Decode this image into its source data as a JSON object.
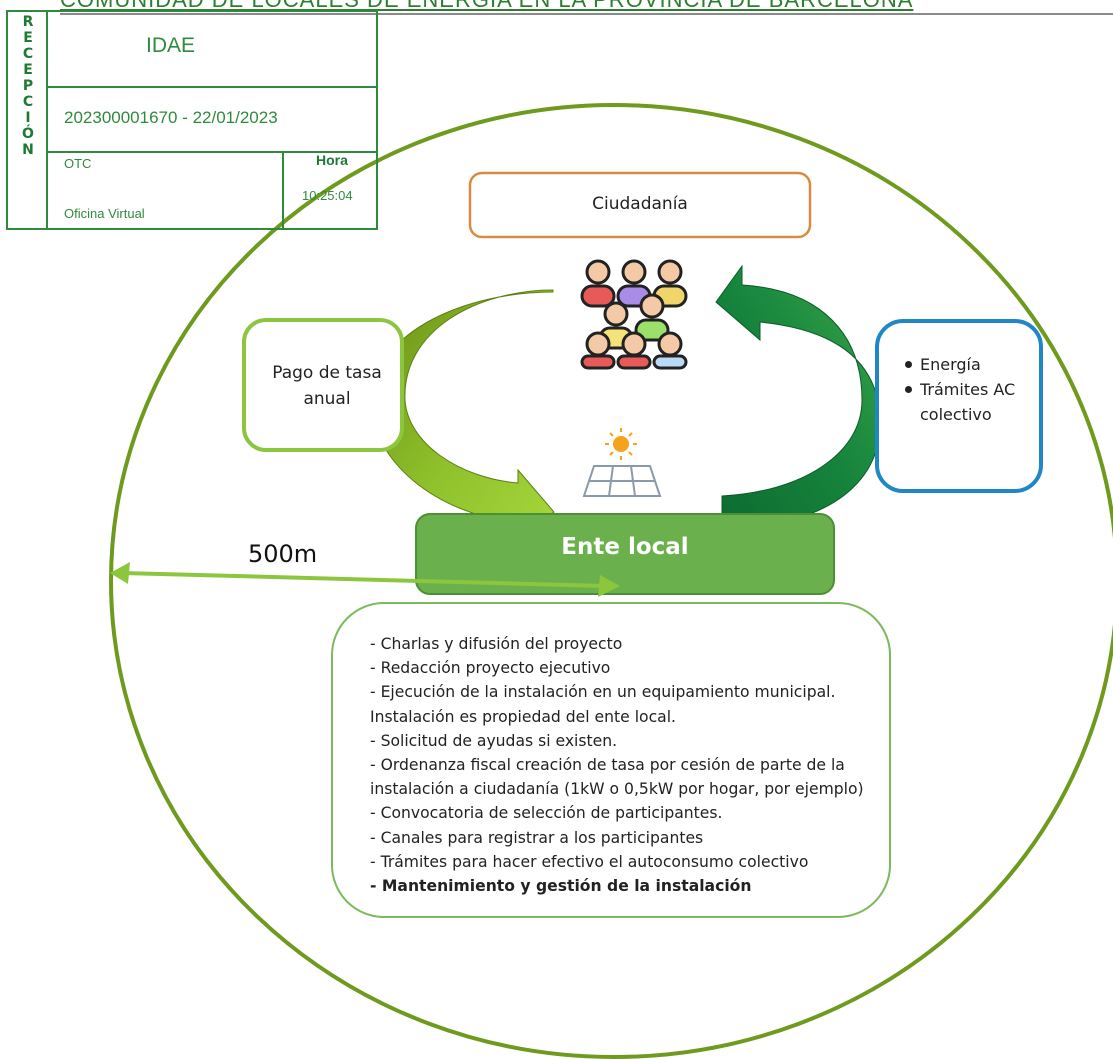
{
  "header": {
    "title": "COMUNIDAD DE LOCALES DE ENERGÍA EN LA PROVINCIA DE BARCELONA"
  },
  "stamp": {
    "vertical_label": "RECEPCIÓN",
    "entity": "IDAE",
    "registry": "202300001670 - 22/01/2023",
    "office": "OTC",
    "channel": "Oficina Virtual",
    "time_label": "Hora",
    "time": "10:25:04"
  },
  "diagram": {
    "citizens_label": "Ciudadanía",
    "payment_label": "Pago de tasa anual",
    "local_entity_label": "Ente local",
    "distance_label": "500m",
    "benefits": [
      "Energía",
      "Trámites AC colectivo"
    ],
    "tasks": [
      {
        "text": "- Charlas y difusión del proyecto",
        "bold": false
      },
      {
        "text": "- Redacción proyecto ejecutivo",
        "bold": false
      },
      {
        "text": "- Ejecución de la instalación en un equipamiento municipal. Instalación es propiedad del ente local.",
        "bold": false
      },
      {
        "text": "- Solicitud de ayudas si existen.",
        "bold": false
      },
      {
        "text": "- Ordenanza fiscal creación de tasa por cesión de parte de la instalación a ciudadanía (1kW o 0,5kW por hogar, por ejemplo)",
        "bold": false
      },
      {
        "text": "- Convocatoria de selección de participantes.",
        "bold": false
      },
      {
        "text": "- Canales para registrar a los participantes",
        "bold": false
      },
      {
        "text": "- Trámites para hacer efectivo el autoconsumo colectivo",
        "bold": false
      },
      {
        "text": "- Mantenimiento y gestión de la instalación",
        "bold": true
      }
    ],
    "colors": {
      "circle": "#6e9a1e",
      "citizens_border": "#d98a3e",
      "payment_border": "#8cc63f",
      "benefits_border": "#1f86c8",
      "local_entity_fill": "#6ab04c",
      "tasks_border": "#7aba5a",
      "arrow_light": "#8cc63f",
      "arrow_dark": "#0f7a3a",
      "distance_arrow": "#8cc63f",
      "stamp": "#2e8b3e"
    }
  }
}
